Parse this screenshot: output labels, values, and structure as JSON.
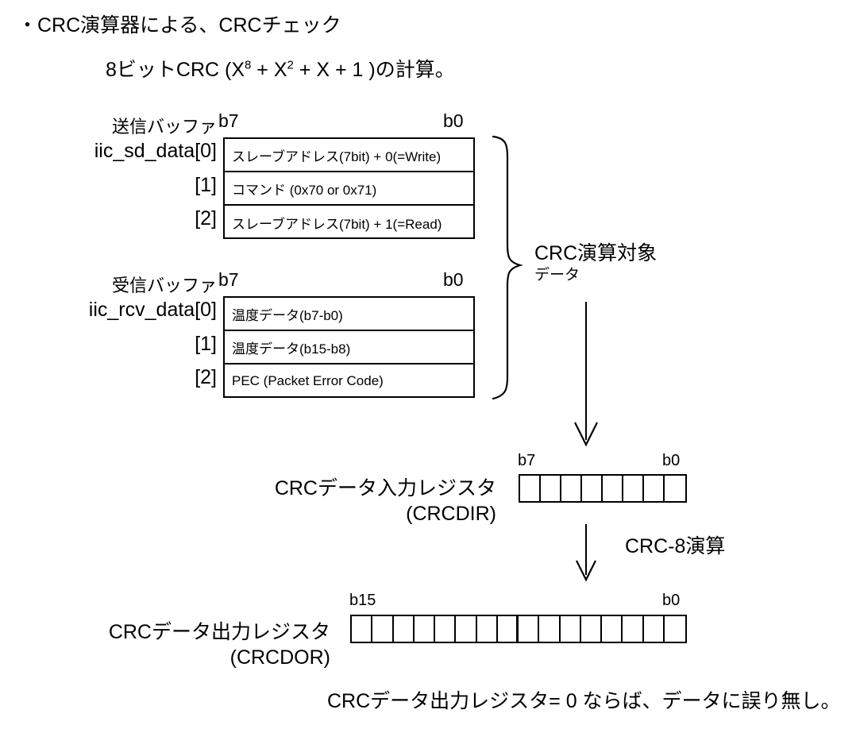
{
  "slide": {
    "heading": "・CRC演算器による、CRCチェック",
    "formula_prefix": "8ビットCRC (X",
    "formula_sup1": "8",
    "formula_mid1": " + X",
    "formula_sup2": "2",
    "formula_tail": " + X + 1 )の計算。"
  },
  "send_buffer": {
    "title": "送信バッファ",
    "name": "iic_sd_data[0]",
    "index_1": "[1]",
    "index_2": "[2]",
    "bit_msb": "b7",
    "bit_lsb": "b0",
    "rows": [
      "スレーブアドレス(7bit) + 0(=Write)",
      "コマンド (0x70 or 0x71)",
      "スレーブアドレス(7bit) + 1(=Read)"
    ]
  },
  "recv_buffer": {
    "title": "受信バッファ",
    "name": "iic_rcv_data[0]",
    "index_1": "[1]",
    "index_2": "[2]",
    "bit_msb": "b7",
    "bit_lsb": "b0",
    "rows": [
      "温度データ(b7-b0)",
      "温度データ(b15-b8)",
      "PEC (Packet Error Code)"
    ]
  },
  "brace": {
    "label_line1": "CRC演算対象",
    "label_line2": "データ"
  },
  "crcdir": {
    "label_line1": "CRCデータ入力レジスタ",
    "label_line2": "(CRCDIR)",
    "bit_msb": "b7",
    "bit_lsb": "b0",
    "cell_count": 8
  },
  "operation": {
    "label": "CRC-8演算"
  },
  "crcdor": {
    "label_line1": "CRCデータ出力レジスタ",
    "label_line2": "(CRCDOR)",
    "bit_msb": "b15",
    "bit_lsb": "b0",
    "cell_count": 16,
    "split_after": 8
  },
  "conclusion": {
    "text": "CRCデータ出力レジスタ= 0 ならば、データに誤り無し。"
  },
  "colors": {
    "ink": "#000000",
    "background": "#ffffff"
  }
}
